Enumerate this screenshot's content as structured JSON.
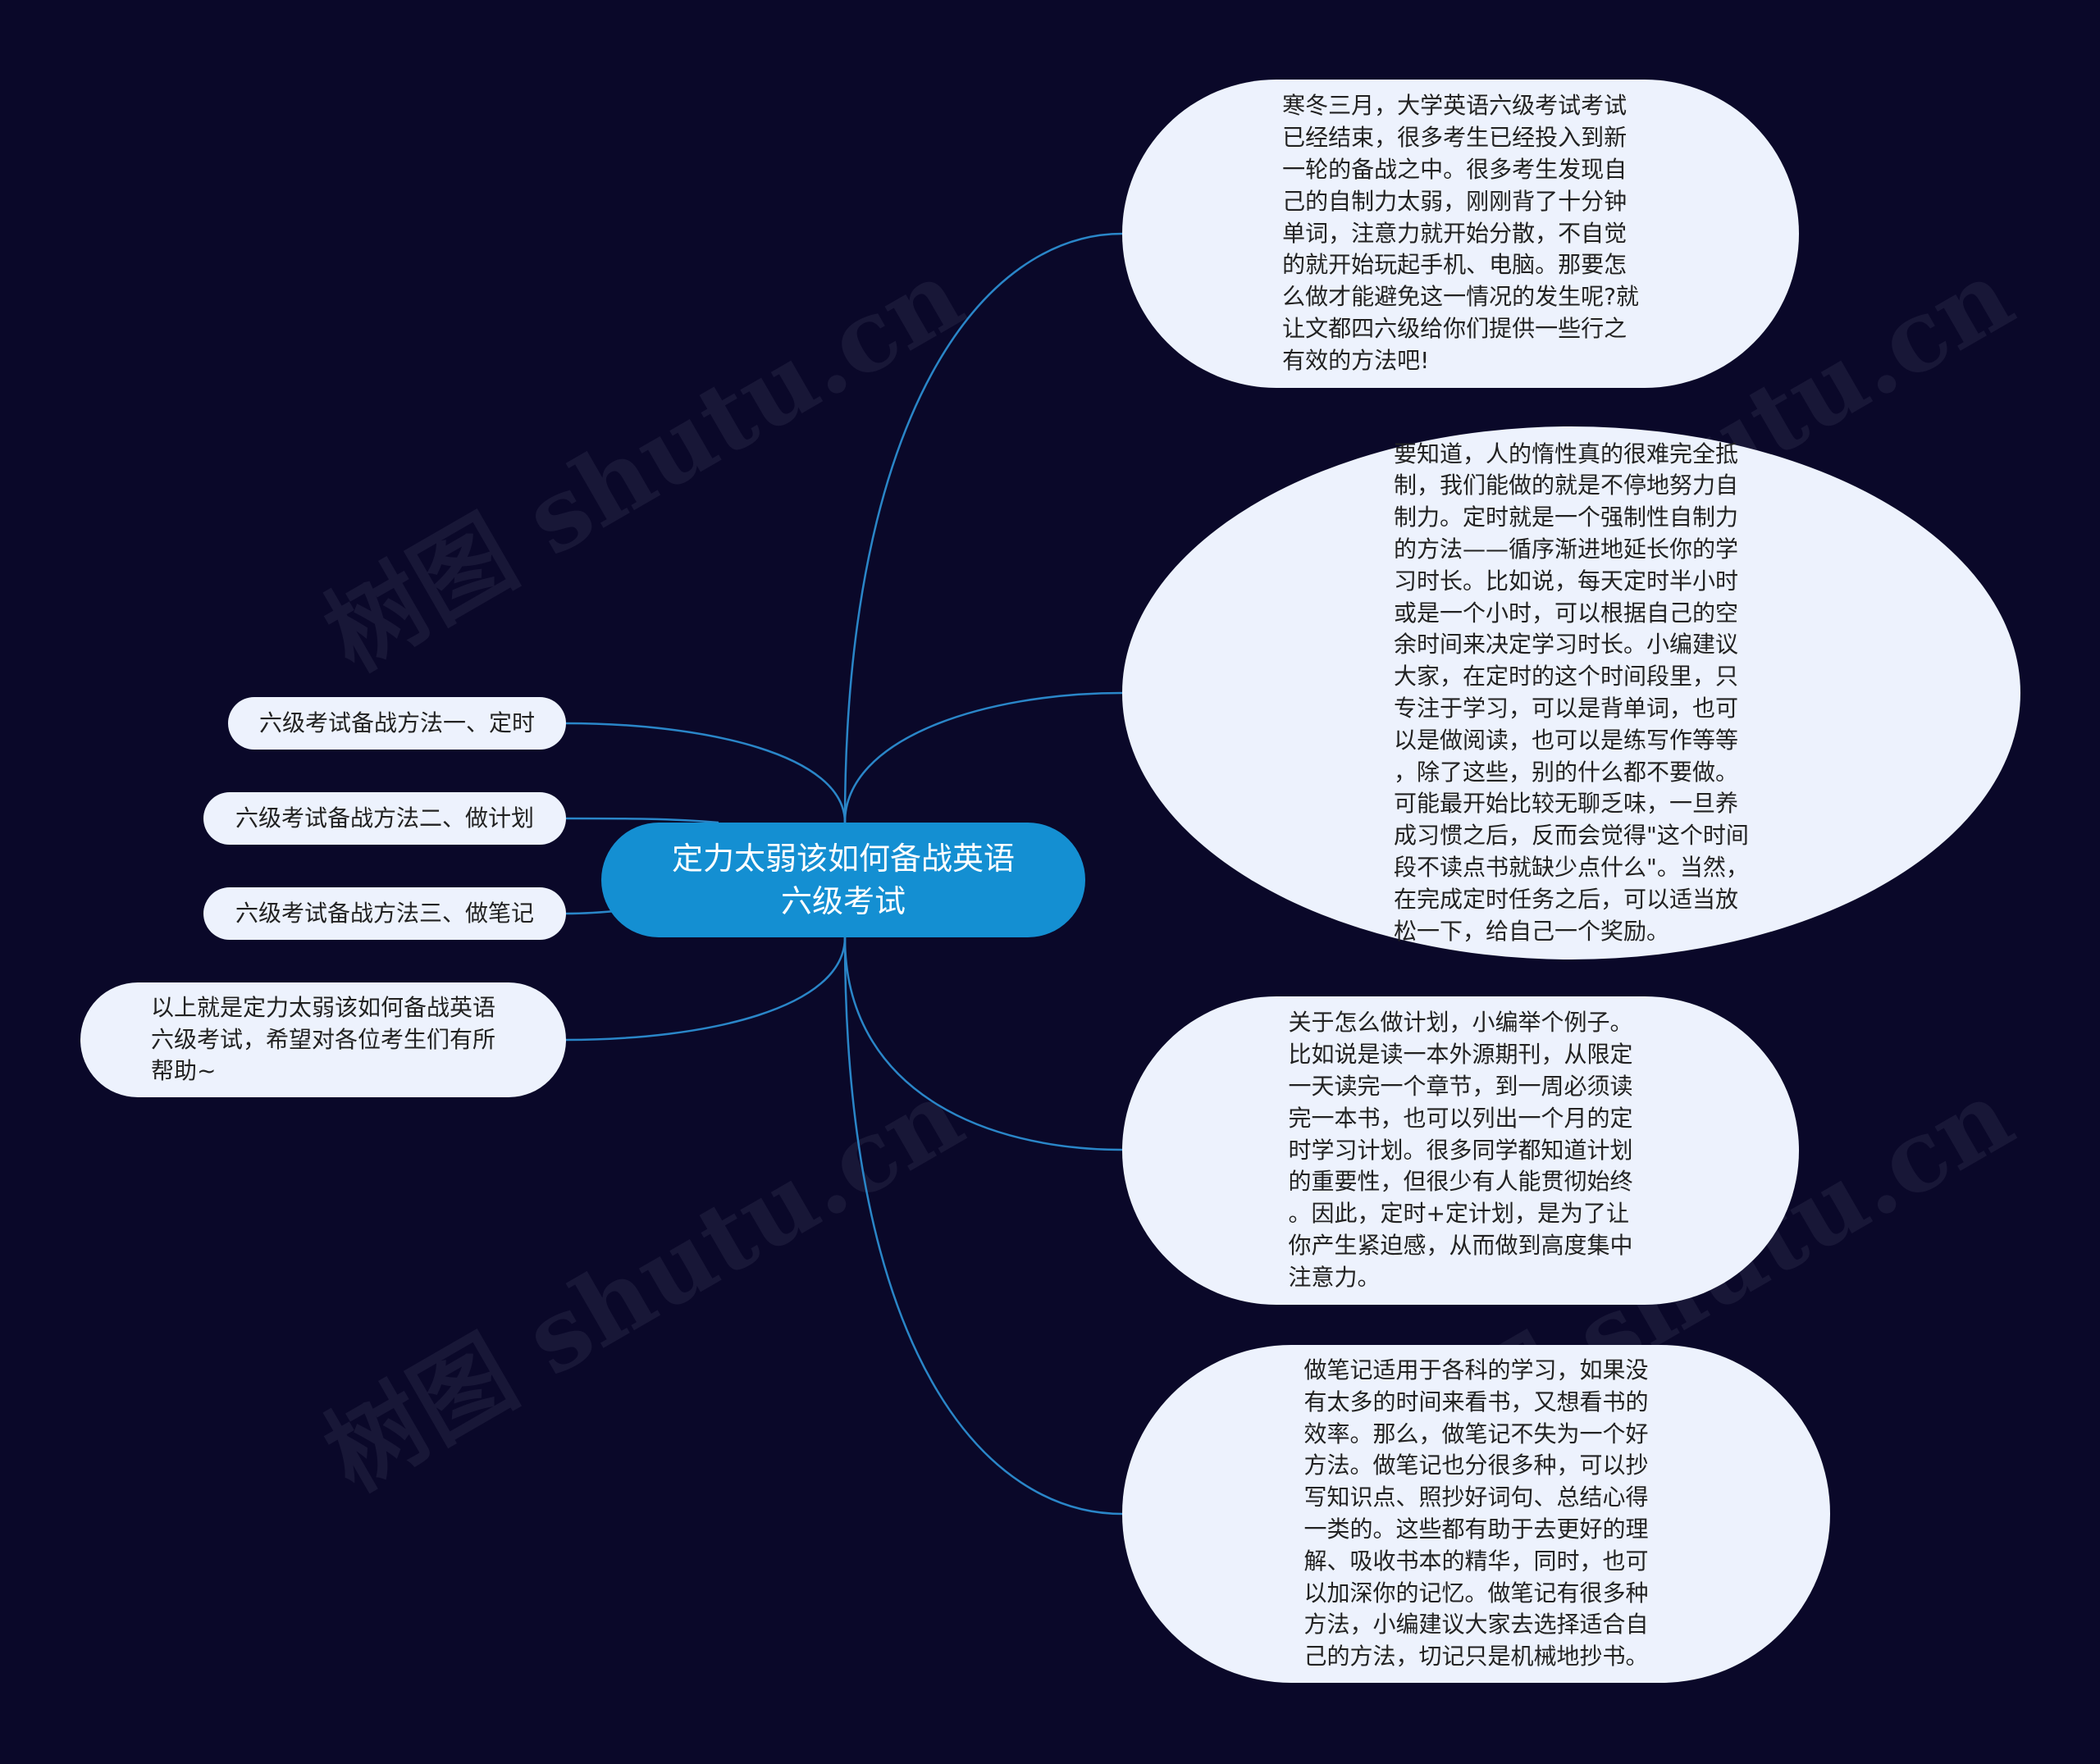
{
  "root": {
    "title_line1": "定力太弱该如何备战英语",
    "title_line2": "六级考试"
  },
  "left_nodes": [
    {
      "text": "六级考试备战方法一、定时"
    },
    {
      "text": "六级考试备战方法二、做计划"
    },
    {
      "text": "六级考试备战方法三、做笔记"
    },
    {
      "text": "以上就是定力太弱该如何备战英语\n六级考试，希望对各位考生们有所\n帮助~"
    }
  ],
  "right_nodes": [
    {
      "text": "寒冬三月，大学英语六级考试考试\n已经结束，很多考生已经投入到新\n一轮的备战之中。很多考生发现自\n己的自制力太弱，刚刚背了十分钟\n单词，注意力就开始分散，不自觉\n的就开始玩起手机、电脑。那要怎\n么做才能避免这一情况的发生呢?就\n让文都四六级给你们提供一些行之\n有效的方法吧!"
    },
    {
      "text": "要知道，人的惰性真的很难完全抵\n制，我们能做的就是不停地努力自\n制力。定时就是一个强制性自制力\n的方法——循序渐进地延长你的学\n习时长。比如说，每天定时半小时\n或是一个小时，可以根据自己的空\n余时间来决定学习时长。小编建议\n大家，在定时的这个时间段里，只\n专注于学习，可以是背单词，也可\n以是做阅读，也可以是练写作等等\n，除了这些，别的什么都不要做。\n可能最开始比较无聊乏味，一旦养\n成习惯之后，反而会觉得\"这个时间\n段不读点书就缺少点什么\"。当然，\n在完成定时任务之后，可以适当放\n松一下，给自己一个奖励。"
    },
    {
      "text": "关于怎么做计划，小编举个例子。\n比如说是读一本外源期刊，从限定\n一天读完一个章节，到一周必须读\n完一本书，也可以列出一个月的定\n时学习计划。很多同学都知道计划\n的重要性，但很少有人能贯彻始终\n。因此，定时+定计划，是为了让\n你产生紧迫感，从而做到高度集中\n注意力。"
    },
    {
      "text": "做笔记适用于各科的学习，如果没\n有太多的时间来看书，又想看书的\n效率。那么，做笔记不失为一个好\n方法。做笔记也分很多种，可以抄\n写知识点、照抄好词句、总结心得\n一类的。这些都有助于去更好的理\n解、吸收书本的精华，同时，也可\n以加深你的记忆。做笔记有很多种\n方法，小编建议大家去选择适合自\n己的方法，切记只是机械地抄书。"
    }
  ],
  "watermark": "树图 shutu.cn",
  "colors": {
    "background": "#0a0829",
    "root_fill": "#148fd2",
    "node_fill": "#edf2fd",
    "link": "#2a86c8"
  }
}
